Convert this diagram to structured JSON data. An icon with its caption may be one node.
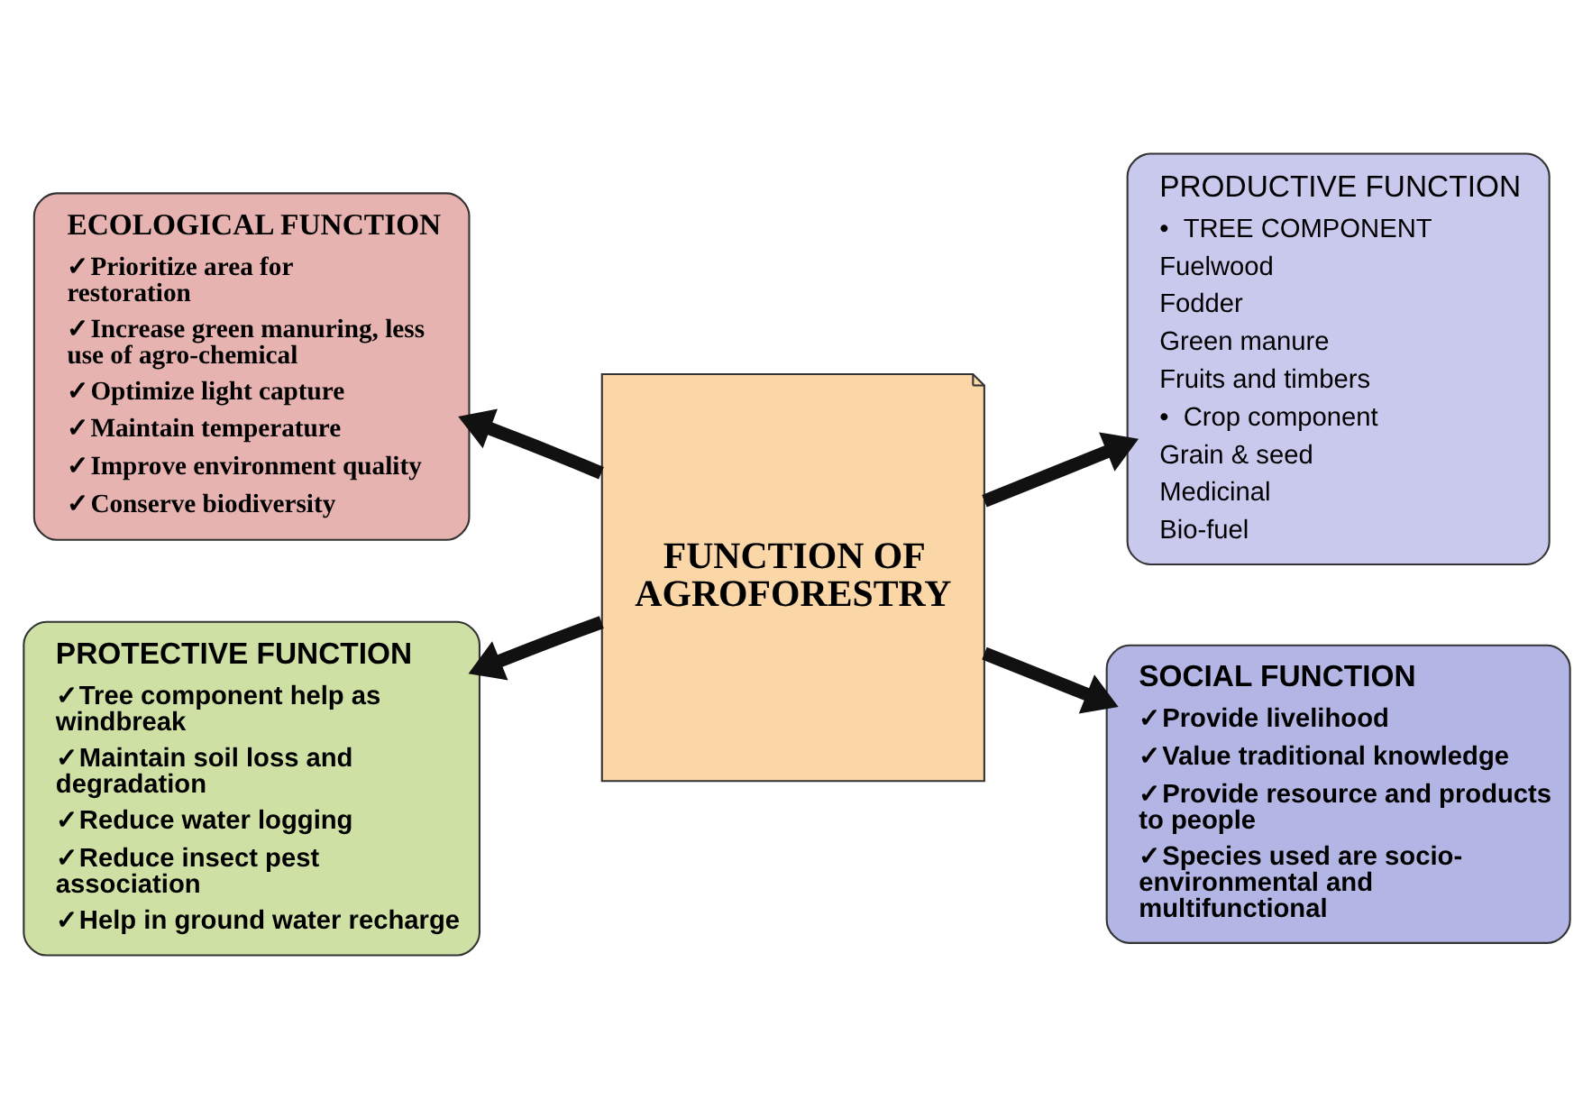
{
  "diagram": {
    "nodes": [
      {
        "text": [
          "ECOLOGICAL FUNCTION",
          "✓Prioritize area for restoration",
          "✓Increase green manuring, less use of agro-chemical",
          "✓Optimize light capture",
          "✓Maintain temperature",
          "✓Improve environment quality",
          "✓Conserve biodiversity"
        ]
      },
      {
        "text": [
          "PRODUCTIVE FUNCTION",
          "•  TREE COMPONENT",
          "Fuelwood",
          "Fodder",
          "Green manure",
          "Fruits and timbers",
          "•  Crop component",
          "Grain & seed",
          "Medicinal",
          "Bio-fuel"
        ]
      },
      {
        "text": [
          "FUNCTION OF AGROFORESTRY"
        ]
      },
      {
        "text": [
          "PROTECTIVE FUNCTION",
          "✓Tree component help as windbreak",
          "✓Maintain soil loss and degradation",
          "✓Reduce water logging",
          "✓Reduce insect pest association",
          "✓Help in ground water recharge"
        ]
      },
      {
        "text": [
          "SOCIAL FUNCTION",
          "✓Provide livelihood",
          "✓Value traditional knowledge",
          "✓Provide resource and products to people",
          "✓Species used are socio-environmental and multifunctional"
        ]
      }
    ],
    "edges": [
      {
        "from": 2,
        "to": 0,
        "arrow": "to"
      },
      {
        "from": 2,
        "to": 1,
        "arrow": "to"
      },
      {
        "from": 2,
        "to": 3,
        "arrow": "to"
      },
      {
        "from": 2,
        "to": 4,
        "arrow": "to"
      }
    ]
  }
}
